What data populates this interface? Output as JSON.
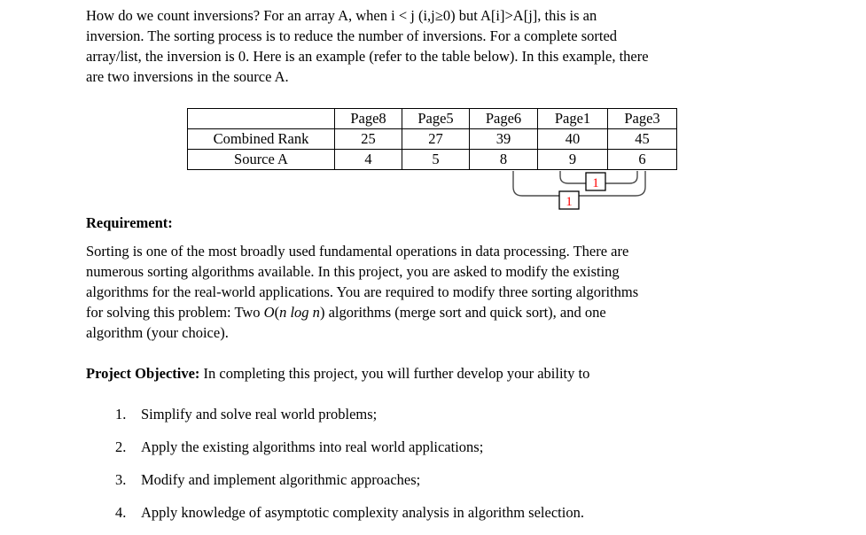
{
  "document": {
    "intro": {
      "lines": [
        "How do we count inversions? For an array A, when i < j (i,j≥0) but A[i]>A[j], this is an",
        "inversion. The sorting process is to reduce the number of inversions. For a complete sorted",
        "array/list, the inversion is 0. Here is an example (refer to the table below). In this example, there",
        "are two inversions in the source A."
      ]
    },
    "table": {
      "headers": [
        "",
        "Page8",
        "Page5",
        "Page6",
        "Page1",
        "Page3"
      ],
      "rows": [
        {
          "label": "Combined Rank",
          "values": [
            "25",
            "27",
            "39",
            "40",
            "45"
          ]
        },
        {
          "label": "Source A",
          "values": [
            "4",
            "5",
            "8",
            "9",
            "6"
          ]
        }
      ]
    },
    "annotations": {
      "inner_inversion_count": "1",
      "outer_inversion_count": "1",
      "label_color": "#ff0000"
    },
    "requirement": {
      "heading": "Requirement:",
      "lines": [
        "Sorting is one of the most broadly used fundamental operations in data processing. There are",
        "numerous sorting algorithms available. In this project, you are asked to modify the existing",
        "algorithms for the real-world applications. You are required to modify three sorting algorithms"
      ],
      "line4_pre": "for solving this problem: Two ",
      "line4_big_o": "O",
      "line4_open_paren": "(",
      "line4_complexity": "n log n",
      "line4_close_paren": ")",
      "line4_post": " algorithms (merge sort and quick sort), and one",
      "line5": "algorithm (your choice)."
    },
    "objective": {
      "heading": "Project Objective:",
      "lead": " In completing this project, you will further develop your ability to",
      "items": [
        {
          "num": "1.",
          "text": "Simplify and solve real world problems;"
        },
        {
          "num": "2.",
          "text": "Apply the existing algorithms into real world applications;"
        },
        {
          "num": "3.",
          "text": "Modify and implement algorithmic approaches;"
        },
        {
          "num": "4.",
          "text": "Apply knowledge of asymptotic complexity analysis in algorithm selection."
        }
      ]
    }
  }
}
